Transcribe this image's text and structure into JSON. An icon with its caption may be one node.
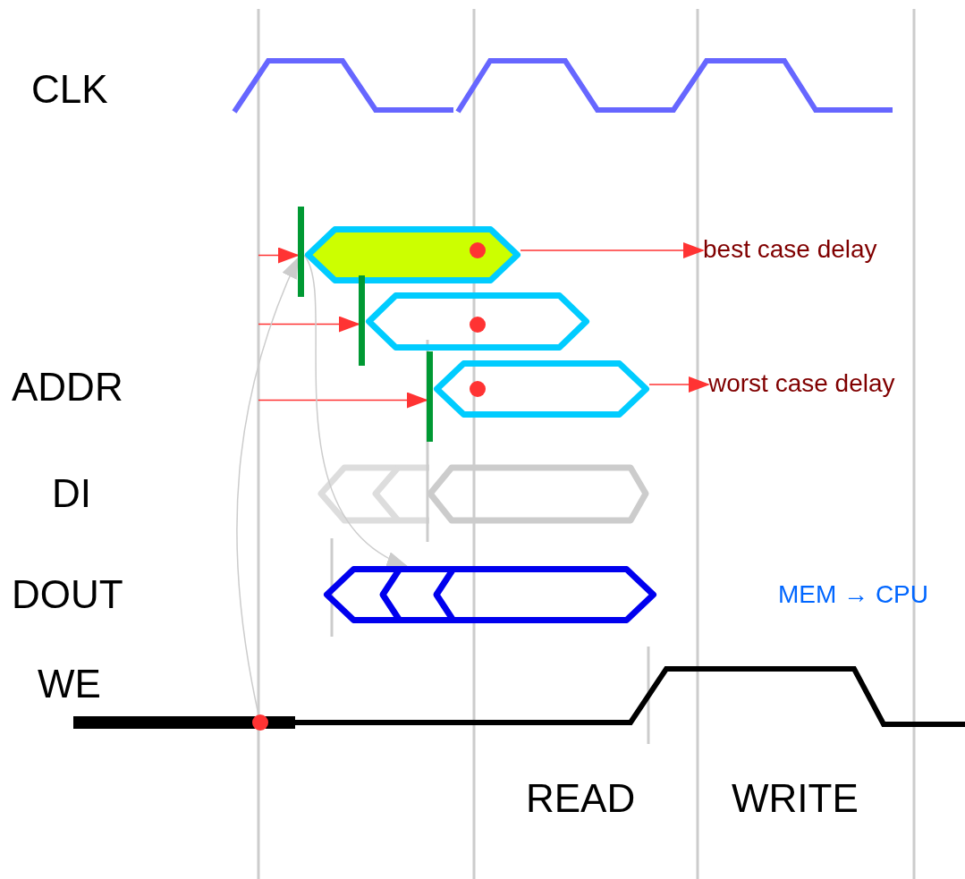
{
  "diagram": {
    "nodes": [
      {
        "text": [
          "best case delay"
        ]
      },
      {
        "text": [
          "worst case delay"
        ]
      },
      {
        "text": [],
        "shape": "hexagon"
      },
      {
        "text": [],
        "shape": "hexagon"
      },
      {
        "text": [],
        "shape": "hexagon"
      },
      {
        "text": [],
        "shape": "bar"
      },
      {
        "text": [],
        "shape": "bar"
      },
      {
        "text": [],
        "shape": "bar"
      },
      {
        "text": [],
        "shape": "hexagon"
      },
      {
        "text": [],
        "shape": "circle"
      }
    ],
    "edges": [
      {
        "from": null,
        "to": 5,
        "arrow": "to"
      },
      {
        "from": null,
        "to": 6,
        "arrow": "to"
      },
      {
        "from": null,
        "to": 7,
        "arrow": "to"
      },
      {
        "from": 2,
        "to": 0,
        "arrow": "to"
      },
      {
        "from": 4,
        "to": 1,
        "arrow": "to"
      },
      {
        "from": 9,
        "to": 5,
        "arrow": "to",
        "color": "#cccccc"
      },
      {
        "from": 5,
        "to": 8,
        "arrow": "to",
        "color": "#cccccc"
      }
    ],
    "labels": [
      "CLK",
      "ADDR",
      "DI",
      "DOUT",
      "MEM → CPU",
      "WE",
      "READ",
      "WRITE"
    ]
  }
}
